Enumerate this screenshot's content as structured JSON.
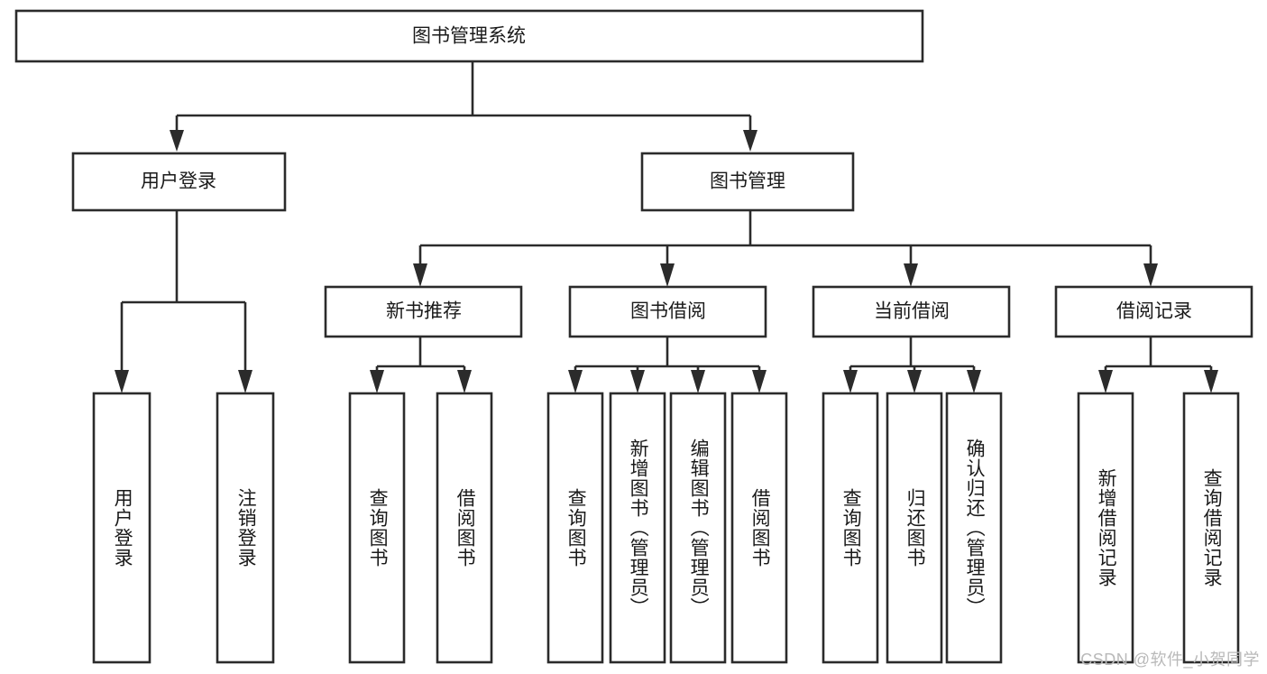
{
  "diagram": {
    "type": "tree-hierarchy",
    "title": "图书管理系统",
    "watermark": "CSDN @软件_小贺同学",
    "colors": {
      "stroke": "#2b2b2b",
      "fill": "#ffffff",
      "text": "#1a1a1a",
      "watermark": "#b9b9b9"
    },
    "levels": {
      "root": {
        "label": "图书管理系统"
      },
      "level2": [
        {
          "label": "用户登录"
        },
        {
          "label": "图书管理"
        }
      ],
      "level3": [
        {
          "label": "新书推荐"
        },
        {
          "label": "图书借阅"
        },
        {
          "label": "当前借阅"
        },
        {
          "label": "借阅记录"
        }
      ],
      "leaves": {
        "user_login": [
          {
            "label": "用户登录"
          },
          {
            "label": "注销登录"
          }
        ],
        "new_book_recommend": [
          {
            "label": "查询图书"
          },
          {
            "label": "借阅图书"
          }
        ],
        "book_borrow": [
          {
            "label": "查询图书"
          },
          {
            "label": "新增图书（管理员）"
          },
          {
            "label": "编辑图书（管理员）"
          },
          {
            "label": "借阅图书"
          }
        ],
        "current_borrow": [
          {
            "label": "查询图书"
          },
          {
            "label": "归还图书"
          },
          {
            "label": "确认归还（管理员）"
          }
        ],
        "borrow_record": [
          {
            "label": "新增借阅记录"
          },
          {
            "label": "查询借阅记录"
          }
        ]
      }
    }
  }
}
